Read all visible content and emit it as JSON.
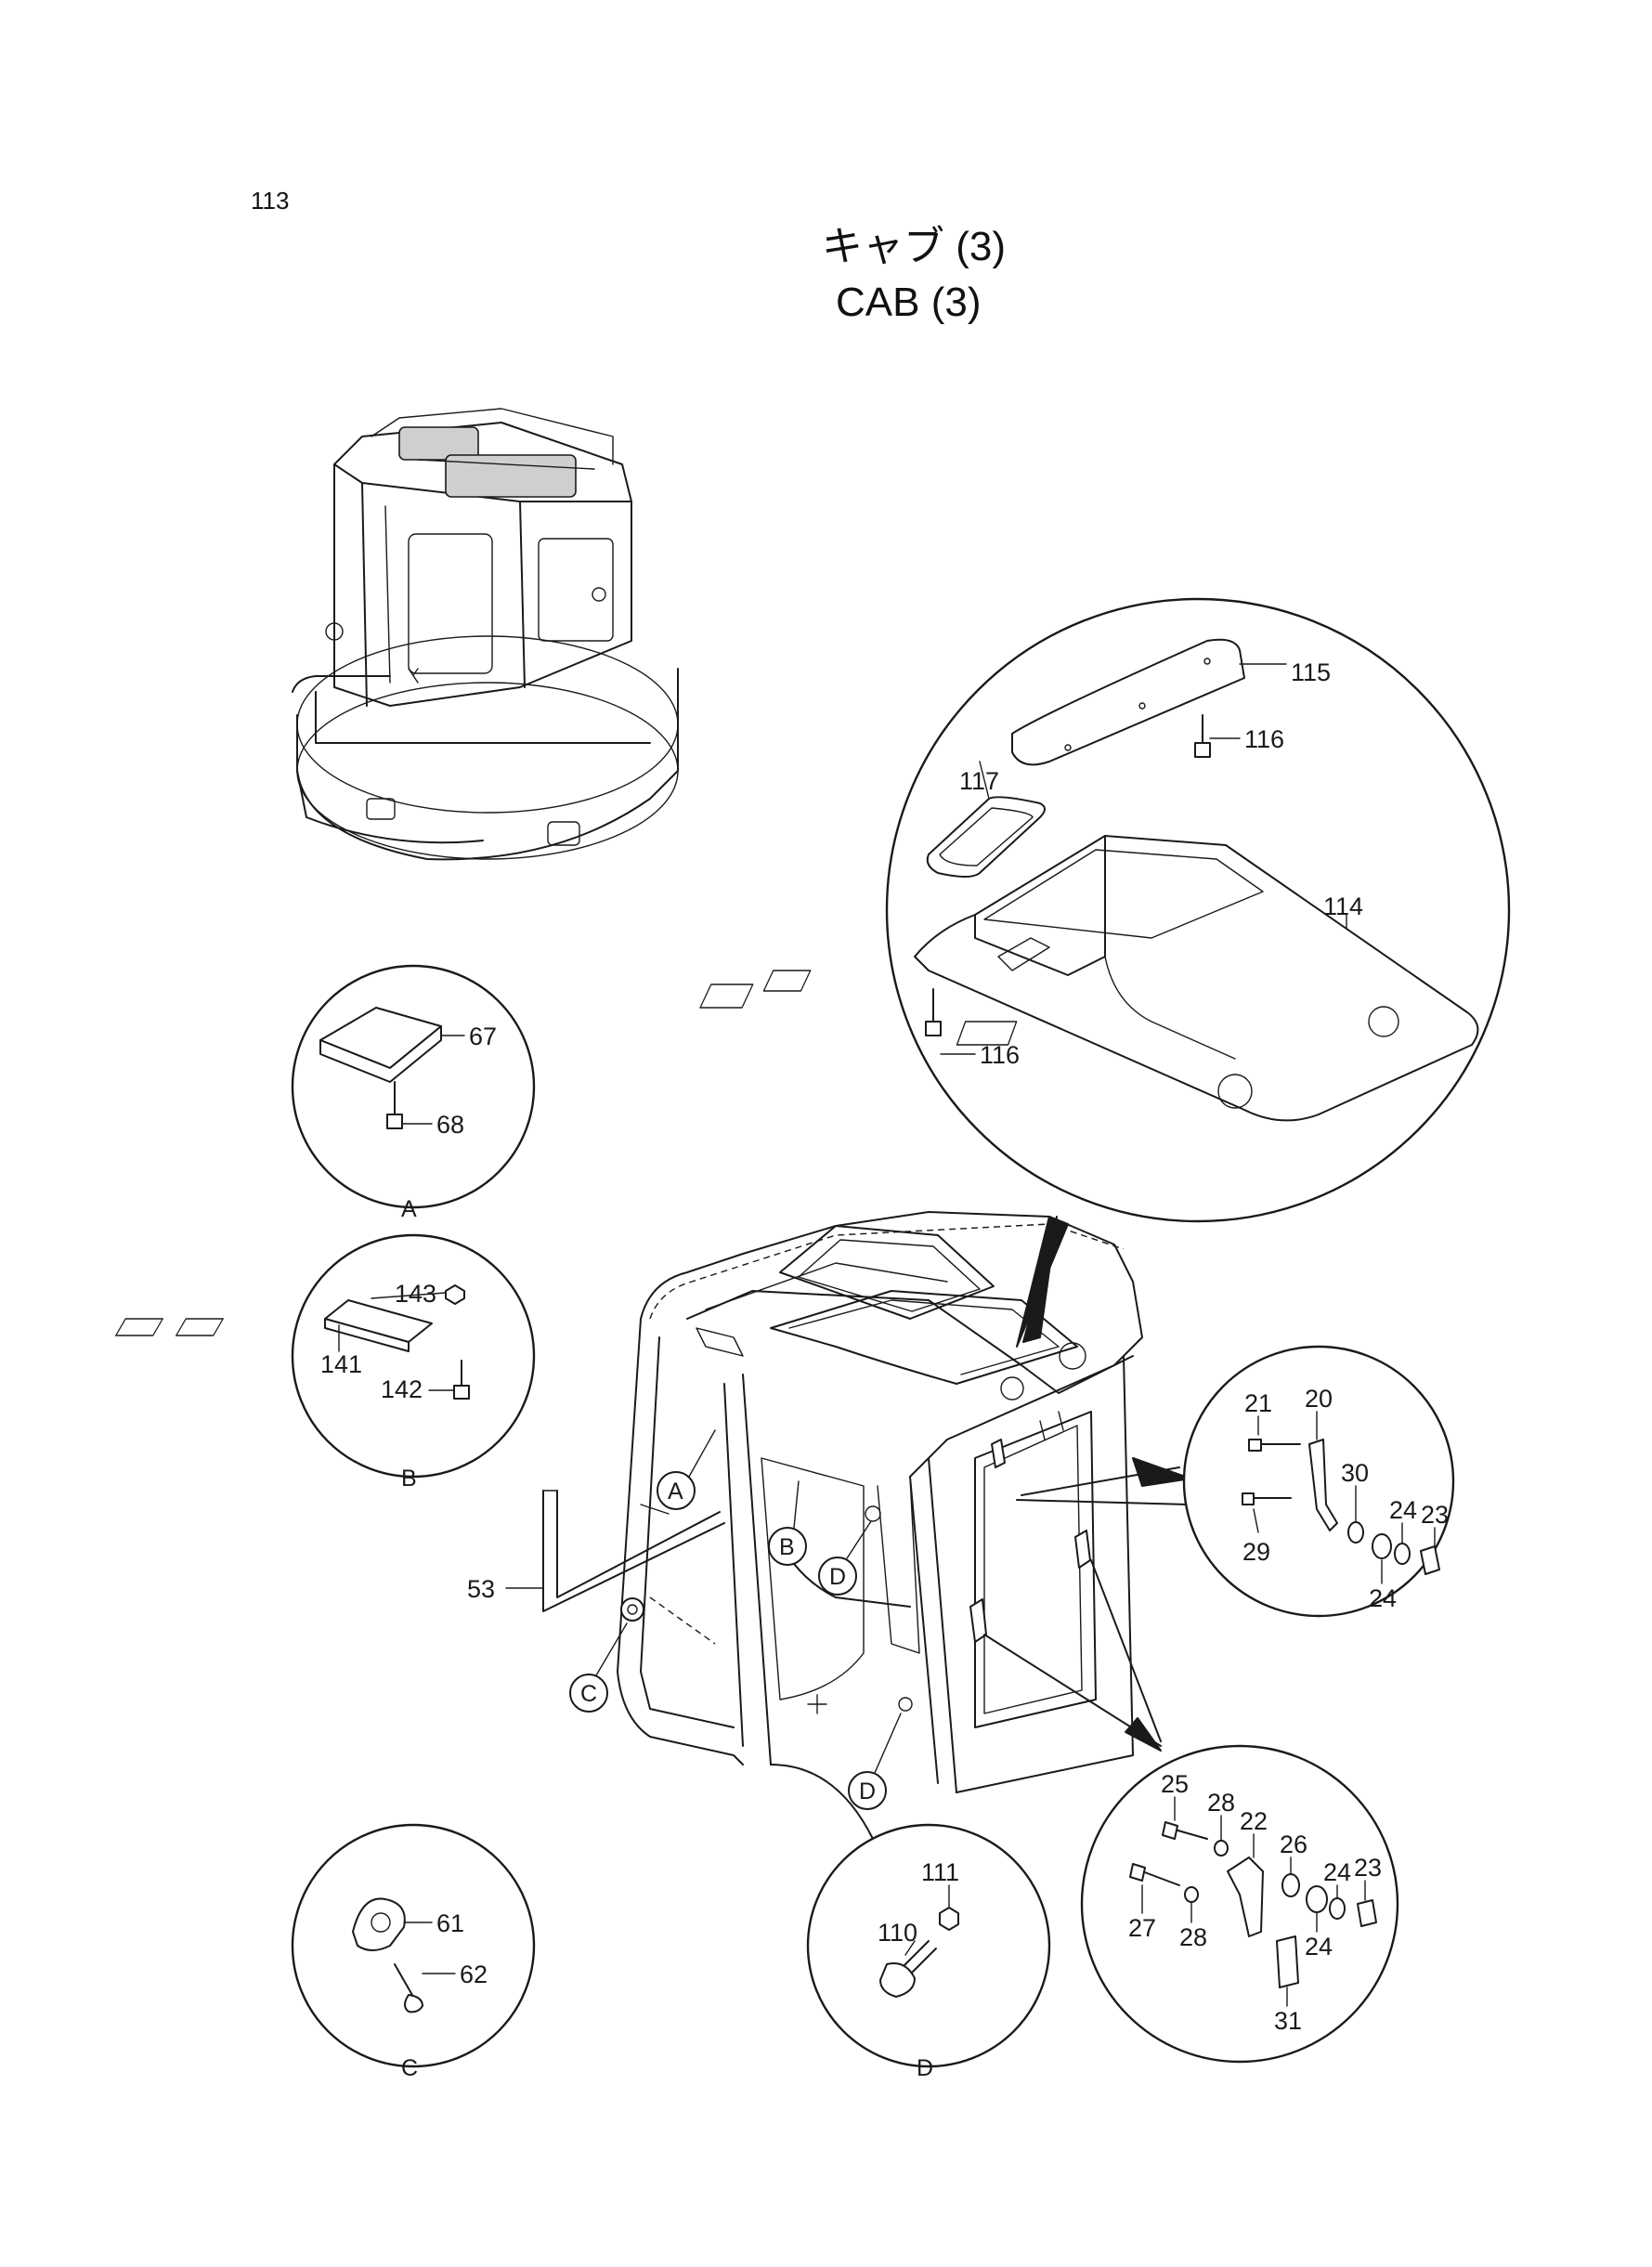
{
  "page_number": "113",
  "title_jp": "キャブ (3)",
  "title_en": "CAB (3)",
  "views": {
    "A": "A",
    "B": "B",
    "C": "C",
    "D": "D"
  },
  "parts": {
    "p21": "21",
    "p20": "20",
    "p29": "29",
    "p30": "30",
    "p24a": "24",
    "p24b": "24",
    "p23a": "23",
    "p25": "25",
    "p28a": "28",
    "p22": "22",
    "p26": "26",
    "p24c": "24",
    "p23b": "23",
    "p27": "27",
    "p28b": "28",
    "p24d": "24",
    "p31": "31",
    "p53": "53",
    "p61": "61",
    "p62": "62",
    "p67": "67",
    "p68": "68",
    "p110": "110",
    "p111": "111",
    "p114": "114",
    "p115": "115",
    "p116a": "116",
    "p116b": "116",
    "p117": "117",
    "p141": "141",
    "p142": "142",
    "p143": "143"
  }
}
